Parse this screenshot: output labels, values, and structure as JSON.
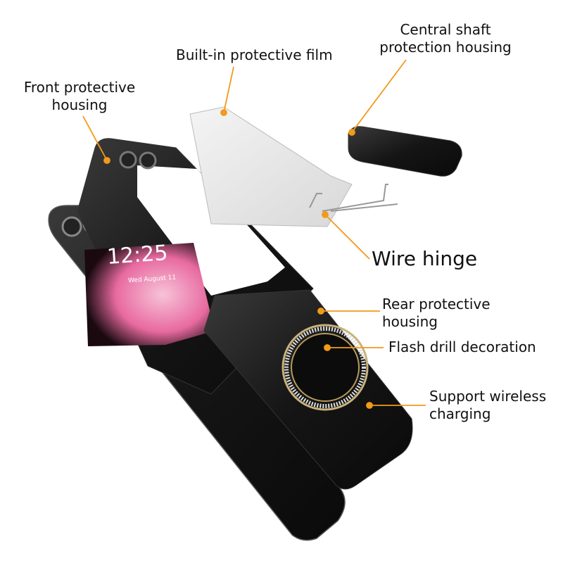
{
  "labels": {
    "front_housing": [
      "Front protective",
      "housing"
    ],
    "film": "Built-in protective film",
    "shaft": [
      "Central shaft",
      "protection housing"
    ],
    "wire_hinge": "Wire hinge",
    "rear_housing": [
      "Rear protective",
      "housing"
    ],
    "flash_drill": "Flash drill decoration",
    "wireless": [
      "Support wireless",
      "charging"
    ]
  },
  "screen": {
    "time": "12:25",
    "date": "Wed August 11"
  },
  "colors": {
    "accent": "#f29a1a",
    "body": "#141414"
  }
}
